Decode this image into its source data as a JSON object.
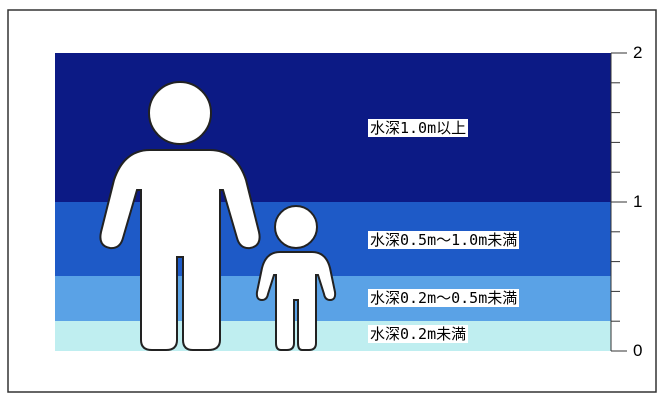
{
  "diagram": {
    "axis_ticks": [
      "2",
      "1",
      "0"
    ],
    "bands": [
      {
        "label": "水深1.0m以上",
        "from": 1.0,
        "to": 2.0,
        "color": "#0c1a85"
      },
      {
        "label": "水深0.5m～1.0m未満",
        "from": 0.5,
        "to": 1.0,
        "color": "#1e5ac7"
      },
      {
        "label": "水深0.2m～0.5m未満",
        "from": 0.2,
        "to": 0.5,
        "color": "#5aa2e6"
      },
      {
        "label": "水深0.2m未満",
        "from": 0.0,
        "to": 0.2,
        "color": "#bfeef0"
      }
    ],
    "icons": [
      "adult-figure-icon",
      "child-figure-icon"
    ]
  }
}
